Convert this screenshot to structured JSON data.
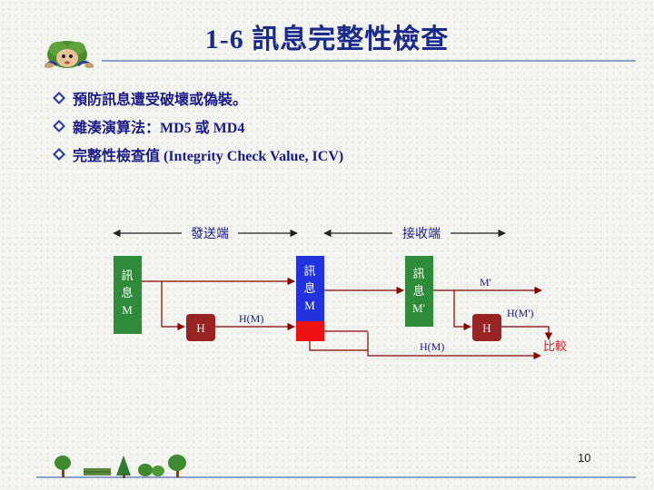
{
  "slide": {
    "title": "1-6 訊息完整性檢查",
    "page_number": "10"
  },
  "bullets": [
    "預防訊息遭受破壞或偽裝。",
    "雜湊演算法：MD5 或 MD4",
    "完整性檢查值 (Integrity Check Value, ICV)"
  ],
  "diagram": {
    "sender_label": "發送端",
    "receiver_label": "接收端",
    "sender_box": [
      "訊",
      "息",
      "M"
    ],
    "middle_box": [
      "訊",
      "息",
      "M"
    ],
    "receiver_box": [
      "訊",
      "息",
      "M'"
    ],
    "hash_label": "H",
    "hash_output_sender": "H(M)",
    "hash_output_receiver": "H(M')",
    "received_message": "M'",
    "forwarded_hash": "H(M)",
    "compare_label": "比較",
    "colors": {
      "green_box": "#2e8b3a",
      "blue_box": "#2233dd",
      "red_block": "#ee1111",
      "hash_box": "#992222",
      "arrow": "#880000",
      "text": "#1a1a8a",
      "compare_text": "#dd2222"
    }
  },
  "icons": [
    "bullet-diamond-icon",
    "mascot-icon",
    "trees-footer-icon"
  ]
}
